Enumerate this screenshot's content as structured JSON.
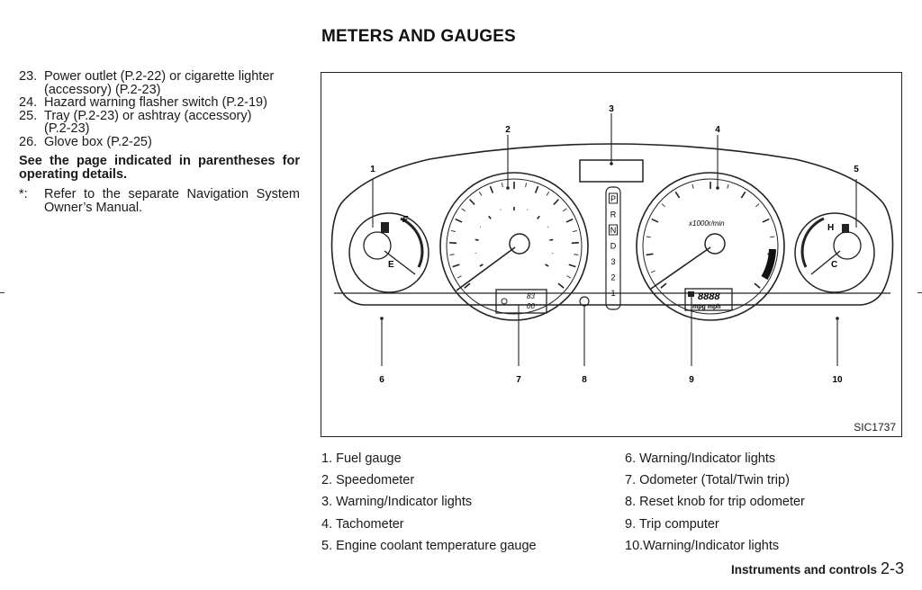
{
  "header": {
    "title": "METERS AND GAUGES"
  },
  "left_column": {
    "items": [
      {
        "num": "23.",
        "lines": [
          "Power outlet (P.2-22) or cigarette lighter",
          "(accessory) (P.2-23)"
        ]
      },
      {
        "num": "24.",
        "lines": [
          "Hazard warning flasher switch (P.2-19)"
        ]
      },
      {
        "num": "25.",
        "lines": [
          "Tray (P.2-23) or ashtray (accessory)",
          "(P.2-23)"
        ]
      },
      {
        "num": "26.",
        "lines": [
          "Glove box (P.2-25)"
        ]
      }
    ],
    "note": "See the page indicated in parentheses for operating details.",
    "footnote_mark": "*:",
    "footnote": "Refer to the separate Navigation System Owner’s Manual."
  },
  "figure": {
    "code": "SIC1737",
    "callouts": [
      "1",
      "2",
      "3",
      "4",
      "5",
      "6",
      "7",
      "8",
      "9",
      "10"
    ],
    "fuel_full": "F",
    "fuel_empty": "E",
    "temp_hot": "H",
    "temp_cold": "C",
    "tach_unit": "x1000r/min",
    "odometer_line1": "83",
    "odometer_line2": "00",
    "trip_digits": "8888",
    "trip_units": "mpg mph",
    "gear_positions": [
      "P",
      "R",
      "N",
      "D",
      "3",
      "2",
      "1"
    ]
  },
  "legend": {
    "left": [
      "1. Fuel gauge",
      "2. Speedometer",
      "3. Warning/Indicator lights",
      "4. Tachometer",
      "5. Engine coolant temperature gauge"
    ],
    "right": [
      "6. Warning/Indicator lights",
      "7. Odometer (Total/Twin trip)",
      "8. Reset knob for trip odometer",
      "9. Trip computer",
      "10.Warning/Indicator lights"
    ]
  },
  "footer": {
    "section": "Instruments and controls",
    "page": "2-3"
  }
}
